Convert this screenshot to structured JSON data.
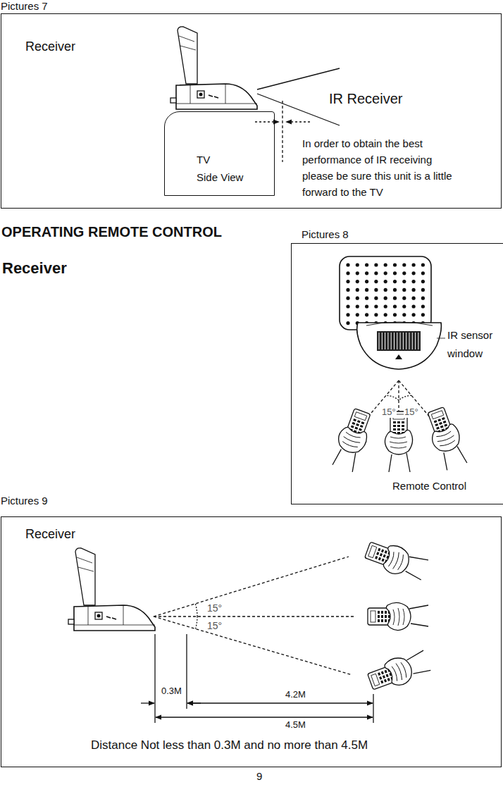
{
  "diagram": {
    "title": "OPERATING REMOTE CONTROL",
    "nodes": [
      {
        "text": [
          "Pictures 7",
          "Receiver",
          "IR Receiver",
          "In order to obtain the best performance of IR receiving please be sure this unit is a little forward to the TV"
        ]
      },
      {
        "text": [
          "TV",
          "Side View"
        ],
        "in": 0
      },
      {
        "text": [
          "Pictures 8",
          "IR sensor window",
          "Remote Control"
        ]
      },
      {
        "text": [
          "Pictures 9",
          "Receiver",
          "Distance Not less than 0.3M and no more than 4.5M"
        ]
      }
    ],
    "labels": [
      "Receiver",
      "15°",
      "15°",
      "15°",
      "15°",
      "0.3M",
      "4.2M",
      "4.5M",
      "9"
    ]
  }
}
